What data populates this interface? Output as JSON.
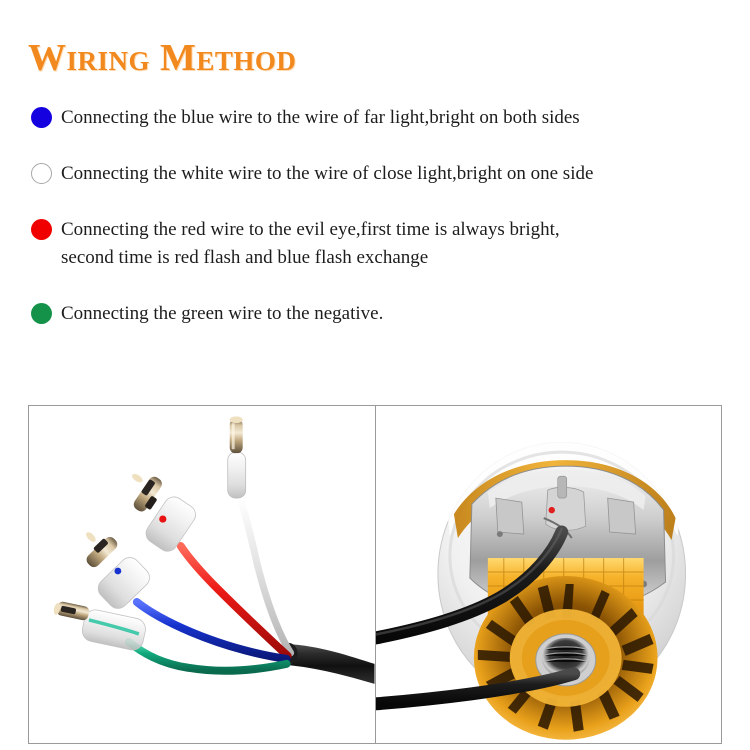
{
  "header": {
    "title": "Wiring Method",
    "title_color": "#f1891f"
  },
  "instructions": {
    "items": [
      {
        "bullet_icon": "blue-circle-icon",
        "bullet_color": "#1500e0",
        "bullet_style": "filled",
        "text": "Connecting the blue wire to the wire of far light,bright on both sides"
      },
      {
        "bullet_icon": "white-circle-icon",
        "bullet_color": "#ffffff",
        "bullet_style": "outlined",
        "text": "Connecting the white wire to the wire of close light,bright on one side"
      },
      {
        "bullet_icon": "red-circle-icon",
        "bullet_color": "#f00000",
        "bullet_style": "filled",
        "text": "Connecting the red wire to the evil eye,first time is always bright,\nsecond time is red flash and blue flash exchange"
      },
      {
        "bullet_icon": "green-circle-icon",
        "bullet_color": "#15924a",
        "bullet_style": "filled",
        "text": "Connecting the green wire to the negative."
      }
    ]
  },
  "photos": {
    "left": {
      "name": "wire-harness-connectors-photo",
      "description": "Four colored lead wires with brass bullet connectors emerging from a black sleeve",
      "wire_colors": [
        "#d8d8d8",
        "#e81414",
        "#1833cc",
        "#12a87a"
      ],
      "sleeve_color": "#1a1a1a"
    },
    "right": {
      "name": "led-projector-lens-photo",
      "description": "Gold anodized LED projector headlight housing with finned heat sink, clear lens shroud and black power leads",
      "body_color": "#e8a019",
      "shroud_color": "#e7e7e7",
      "wire_color": "#141414"
    }
  }
}
